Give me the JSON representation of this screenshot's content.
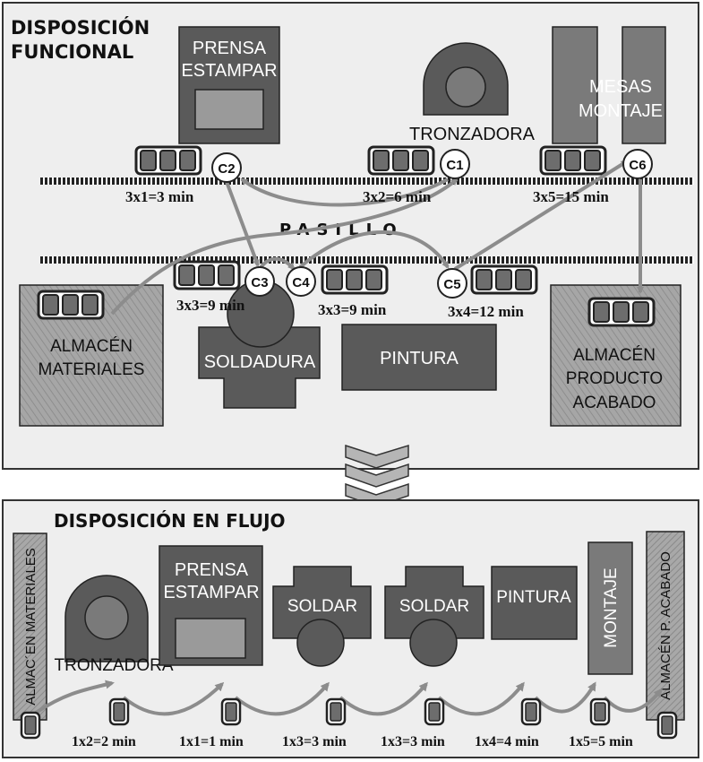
{
  "top_panel": {
    "title_line1": "DISPOSICIÓN",
    "title_line2": "FUNCIONAL",
    "aisle_label": "PASILLO",
    "machines": {
      "prensa": [
        "PRENSA",
        "ESTAMPAR"
      ],
      "tronzadora": "TRONZADORA",
      "mesas": [
        "MESAS",
        "MONTAJE"
      ],
      "almacen_materiales": [
        "ALMACÉN",
        "MATERIALES"
      ],
      "soldadura": "SOLDADURA",
      "pintura": "PINTURA",
      "almacen_producto": [
        "ALMACÉN",
        "PRODUCTO",
        "ACABADO"
      ]
    },
    "stations": [
      "C1",
      "C2",
      "C3",
      "C4",
      "C5",
      "C6"
    ],
    "times": [
      "3x1=3 min",
      "3x2=6 min",
      "3x5=15 min",
      "3x3=9 min",
      "3x3=9 min",
      "3x4=12 min"
    ]
  },
  "bottom_panel": {
    "title": "DISPOSICIÓN  EN  FLUJO",
    "almacen_materiales": "ALMAC´EN MATERIALES",
    "almacen_acabado": "ALMACÉN P. ACABADO",
    "machines": {
      "tronzadora": "TRONZADORA",
      "prensa": [
        "PRENSA",
        "ESTAMPAR"
      ],
      "soldar_1": "SOLDAR",
      "soldar_2": "SOLDAR",
      "pintura": "PINTURA",
      "montaje": "MONTAJE"
    },
    "times": [
      "1x2=2 min",
      "1x1=1 min",
      "1x3=3 min",
      "1x3=3 min",
      "1x4=4 min",
      "1x5=5 min"
    ]
  },
  "colors": {
    "panel_bg": "#eeeeee",
    "machine_dark": "#5a5a5a",
    "machine_mid": "#7a7a7a",
    "machine_light": "#9a9a9a",
    "arrow": "#8c8c8c",
    "border": "#333333"
  }
}
